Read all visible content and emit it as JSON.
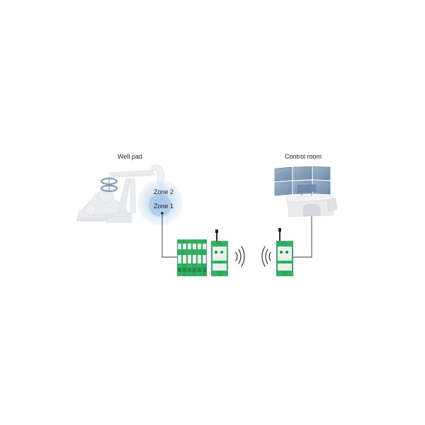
{
  "labels": {
    "well_pad": "Well pad",
    "control_room": "Control room",
    "zone_2": "Zone 2",
    "zone_1": "Zone 1"
  },
  "colors": {
    "module_green": "#33b061",
    "module_light": "#e8f3eb",
    "zone_blue": "#bcd6ef",
    "pumpjack_grey": "#e4e7ea",
    "screen_blue": "#7e9ab8",
    "wire": "#333333"
  },
  "icons": {
    "pumpjack": "pumpjack-icon",
    "control_room": "control-room-icon",
    "wireless": "wireless-signal-icon"
  }
}
